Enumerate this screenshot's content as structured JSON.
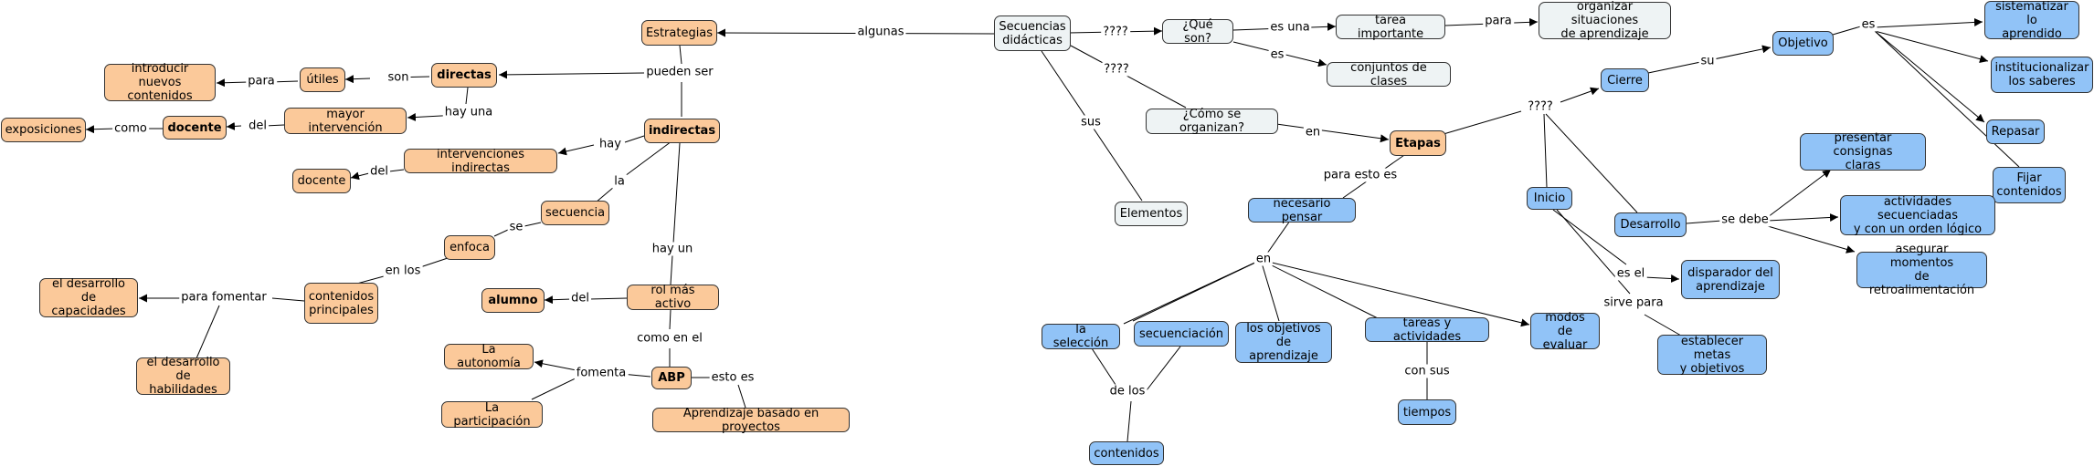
{
  "colors": {
    "orange_node": "#fbc99a",
    "blue_node": "#91c3f7",
    "gray_node": "#eef3f4",
    "line": "#000000"
  },
  "nodes": {
    "secuencias": "Secuencias\ndidácticas",
    "estrategias": "Estrategias",
    "que_son": "¿Qué son?",
    "tarea_importante": "tarea importante",
    "organizar_situaciones": "organizar situaciones\nde aprendizaje",
    "conjuntos_clases": "conjuntos de clases",
    "como_organizan": "¿Cómo se organizan?",
    "elementos": "Elementos",
    "etapas": "Etapas",
    "necesario_pensar": "necesario pensar",
    "seleccion": "la selección",
    "secuenciacion": "secuenciación",
    "objetivos_aprendizaje": "los objetivos\nde aprendizaje",
    "tareas_actividades": "tareas y actividades",
    "modos_evaluar": "modos de\nevaluar",
    "tiempos": "tiempos",
    "contenidos": "contenidos",
    "cierre": "Cierre",
    "objetivo": "Objetivo",
    "sistematizar": "sistematizar lo\naprendido",
    "institucionalizar": "institucionalizar\nlos saberes",
    "repasar": "Repasar",
    "fijar_contenidos": "Fijar\ncontenidos",
    "inicio": "Inicio",
    "disparador": "disparador del\naprendizaje",
    "metas_objetivos": "establecer metas\ny objetivos",
    "desarrollo": "Desarrollo",
    "consignas": "presentar consignas\nclaras",
    "actividades_secuenciadas": "actividades secuenciadas\ny con un orden lógico",
    "retroalimentacion": "asegurar momentos\nde retroalimentación",
    "directas": "directas",
    "utiles": "útiles",
    "introducir": "introducir nuevos\ncontenidos",
    "mayor_intervencion": "mayor intervención",
    "docente_bold": "docente",
    "exposiciones": "exposiciones",
    "indirectas": "indirectas",
    "intervenciones_indirectas": "intervenciones indirectas",
    "docente": "docente",
    "secuencia": "secuencia",
    "enfoca": "enfoca",
    "contenidos_principales": "contenidos\nprincipales",
    "desarrollo_capacidades": "el desarrollo\nde capacidades",
    "desarrollo_habilidades": "el desarrollo\nde habilidades",
    "rol_activo": "rol más activo",
    "alumno": "alumno",
    "abp": "ABP",
    "autonomia": "La autonomía",
    "participacion": "La participación",
    "aprendizaje_proyectos": "Aprendizaje basado en proyectos"
  },
  "links": {
    "algunas": "algunas",
    "q1": "????",
    "q2": "????",
    "q3": "????",
    "es_una": "es una",
    "para": "para",
    "es": "es",
    "sus": "sus",
    "en": "en",
    "para_esto_es": "para esto es",
    "en2": "en",
    "de_los": "de los",
    "con_sus": "con sus",
    "su": "su",
    "es2": "es",
    "es_el": "es el",
    "sirve_para": "sirve para",
    "se_debe": "se debe",
    "pueden_ser": "pueden ser",
    "son": "son",
    "para2": "para",
    "hay_una": "hay una",
    "del": "del",
    "como": "como",
    "hay": "hay",
    "del2": "del",
    "la": "la",
    "se": "se",
    "en_los": "en los",
    "para_fomentar": "para fomentar",
    "hay_un": "hay un",
    "del3": "del",
    "como_en_el": "como en el",
    "fomenta": "fomenta",
    "esto_es": "esto es"
  }
}
